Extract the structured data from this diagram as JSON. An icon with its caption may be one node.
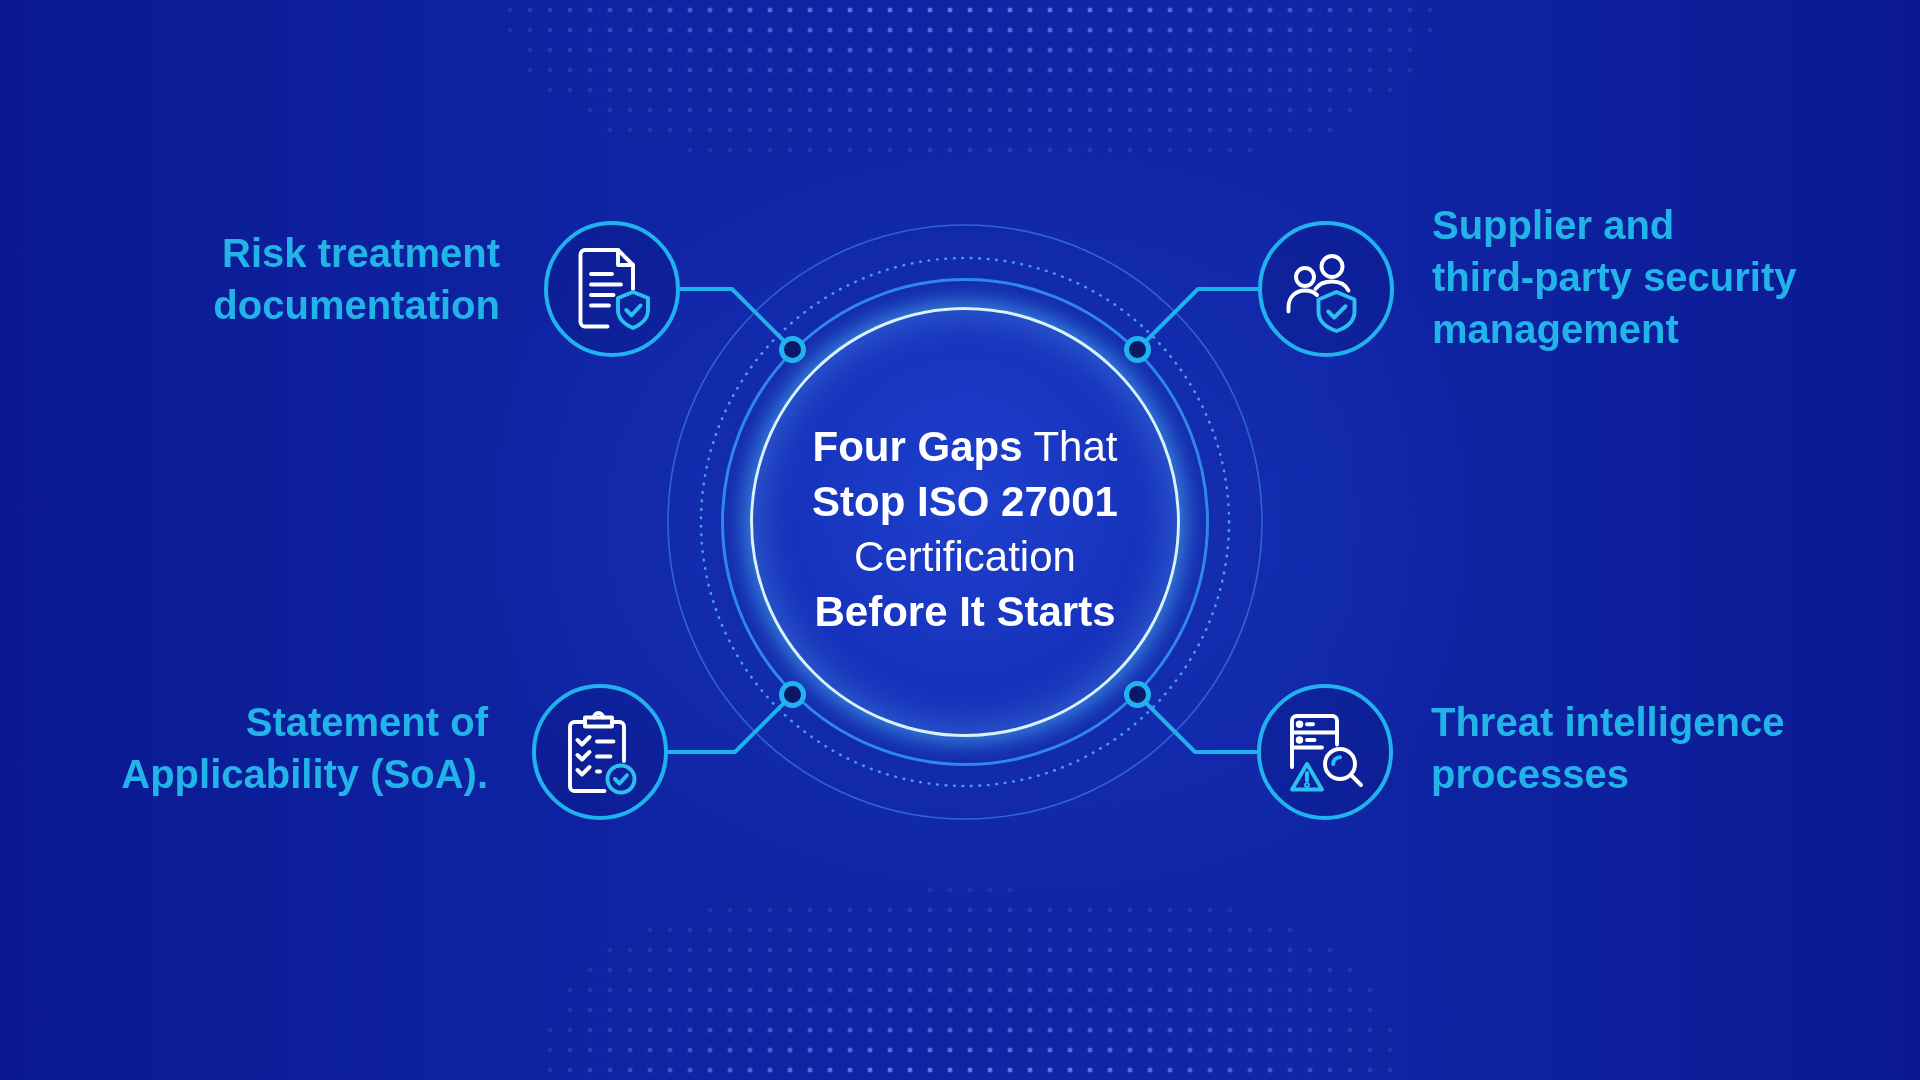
{
  "diagram": {
    "nodes": [
      {
        "text": [
          "**Four Gaps** That **Stop ISO 27001** Certification **Before It Starts**"
        ]
      },
      {
        "text": [
          "Risk treatment documentation"
        ]
      },
      {
        "text": [
          "Supplier and third-party security management"
        ]
      },
      {
        "text": [
          "Statement of Applicability (SoA)."
        ]
      },
      {
        "text": [
          "Threat intelligence processes"
        ]
      }
    ],
    "edges": [
      {
        "from": 1,
        "to": 0,
        "arrow": "other"
      },
      {
        "from": 2,
        "to": 0,
        "arrow": "other"
      },
      {
        "from": 3,
        "to": 0,
        "arrow": "other"
      },
      {
        "from": 4,
        "to": 0,
        "arrow": "other"
      }
    ]
  }
}
